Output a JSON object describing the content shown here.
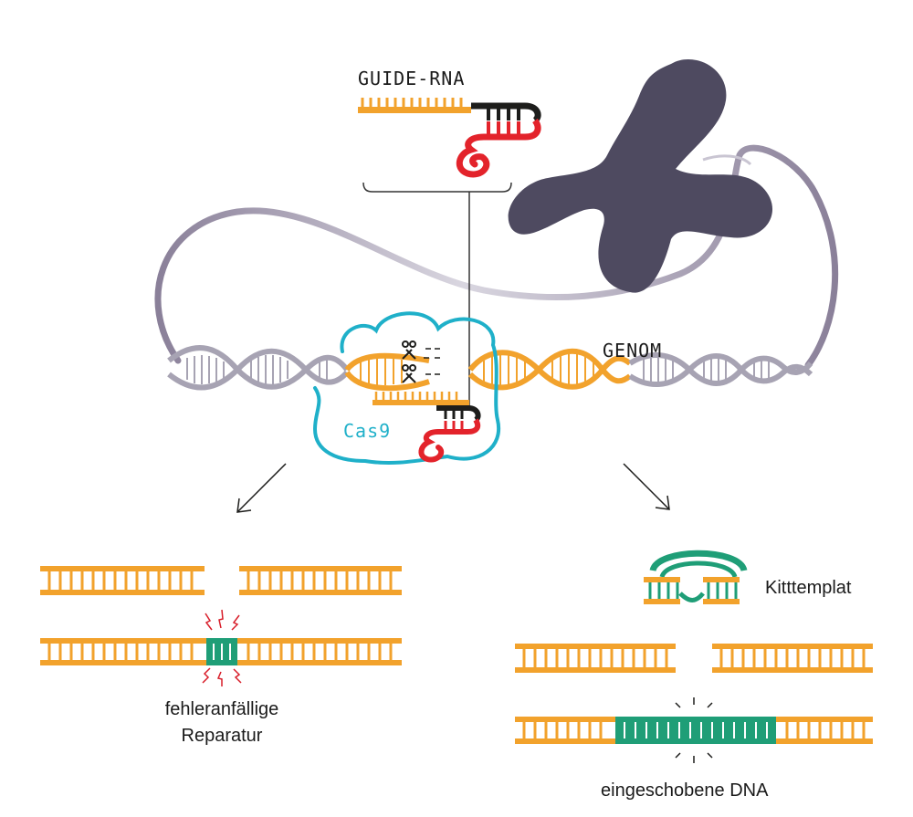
{
  "labels": {
    "guide_rna": "GUIDE-RNA",
    "genome": "GENOM",
    "cas9": "Cas9",
    "repair_left": "fehleranfällige",
    "repair_left_2": "Reparatur",
    "template": "Kitttemplat",
    "inserted": "eingeschobene DNA"
  },
  "colors": {
    "dna_orange": "#f2a22c",
    "dna_grey": "#a7a3b3",
    "cas9_outline": "#1fb0c9",
    "rna_black": "#1d1d1b",
    "rna_red": "#e3232b",
    "template_green": "#1f9e77",
    "chromosome": "#4e4a60",
    "spark_red": "#d81e2a"
  },
  "icons": [
    "scissors-icon",
    "arrow-down-left-icon",
    "arrow-down-right-icon",
    "chromosome-icon"
  ]
}
